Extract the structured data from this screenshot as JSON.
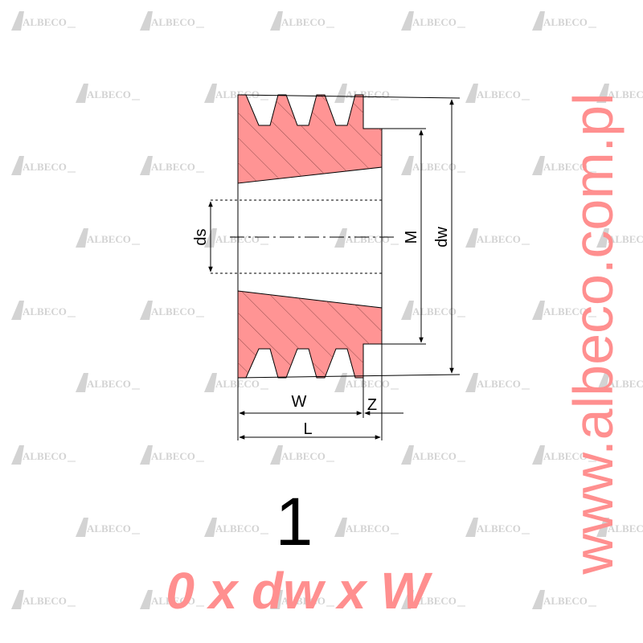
{
  "watermark": {
    "text": "ALBECO",
    "color": "#d3d3d3"
  },
  "drawing": {
    "fill_color": "#ff9494",
    "outline_color": "#000000",
    "labels": {
      "dw": "dw",
      "M": "M",
      "ds": "ds",
      "W": "W",
      "Z": "Z",
      "L": "L"
    }
  },
  "caption": {
    "groove_count": "1",
    "formula": "0 x dw x W",
    "formula_color": "#ff8f8f"
  },
  "website": {
    "text": "www.albeco.com.pl",
    "color": "#ff8f8f"
  }
}
